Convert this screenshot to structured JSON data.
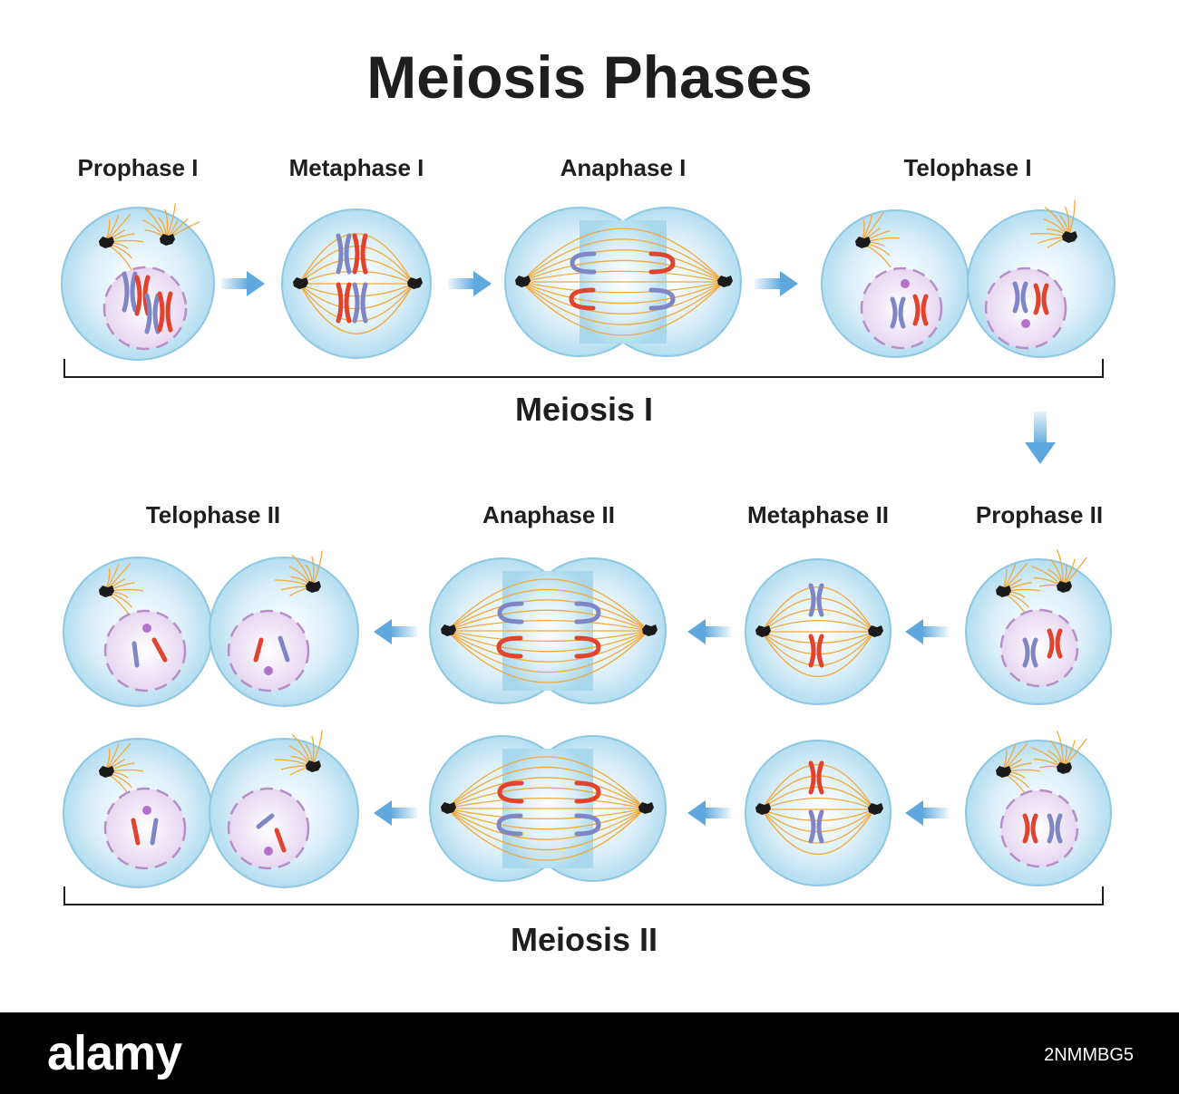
{
  "title": "Meiosis Phases",
  "meiosis1": {
    "label": "Meiosis I",
    "phases": [
      "Prophase I",
      "Metaphase I",
      "Anaphase I",
      "Telophase I"
    ]
  },
  "meiosis2": {
    "label": "Meiosis II",
    "phases": [
      "Telophase II",
      "Anaphase II",
      "Metaphase II",
      "Prophase II"
    ]
  },
  "watermark": {
    "brand": "alamy",
    "image_code": "2NMMBG5"
  },
  "colors": {
    "cell_fill": "#cde9f6",
    "cell_stroke": "#8ec7e2",
    "nucleus_fill": "#eadcf2",
    "nucleus_stroke": "#b68ec9",
    "chromosome_blue": "#7f86c4",
    "chromosome_red": "#e0432e",
    "spindle": "#f2a93b",
    "arrow": "#5fa8de",
    "centrosome": "#1a1a1a"
  }
}
